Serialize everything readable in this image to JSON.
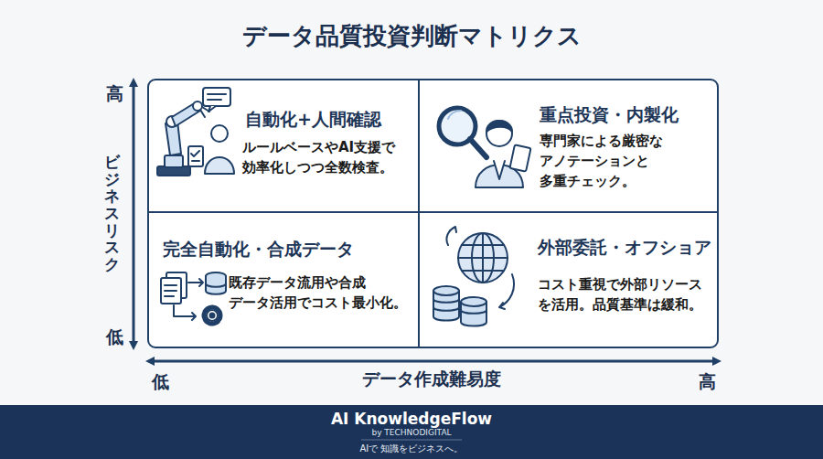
{
  "diagram": {
    "title": "データ品質投資判断マトリクス",
    "nodes": [
      {
        "text": [
          "自動化+人間確認",
          "ルールベースやAI支援で 効率化しつつ全数検査。"
        ]
      },
      {
        "text": [
          "重点投資・内製化",
          "専門家による厳密な アノテーションと 多重チェック。"
        ]
      },
      {
        "text": [
          "完全自動化・合成データ",
          "既存データ流用や合成 データ活用でコスト最小化。"
        ]
      },
      {
        "text": [
          "外部委託・オフショア",
          "コスト重視で外部リソース を活用。品質基準は緩和。"
        ]
      }
    ],
    "labels": [
      "高",
      "低",
      "ビジネスリスク",
      "低",
      "高",
      "データ作成難易度",
      "AI KnowledgeFlow",
      "by TECHNODIGITAL",
      "AIで 知識をビジネスへ。"
    ]
  }
}
